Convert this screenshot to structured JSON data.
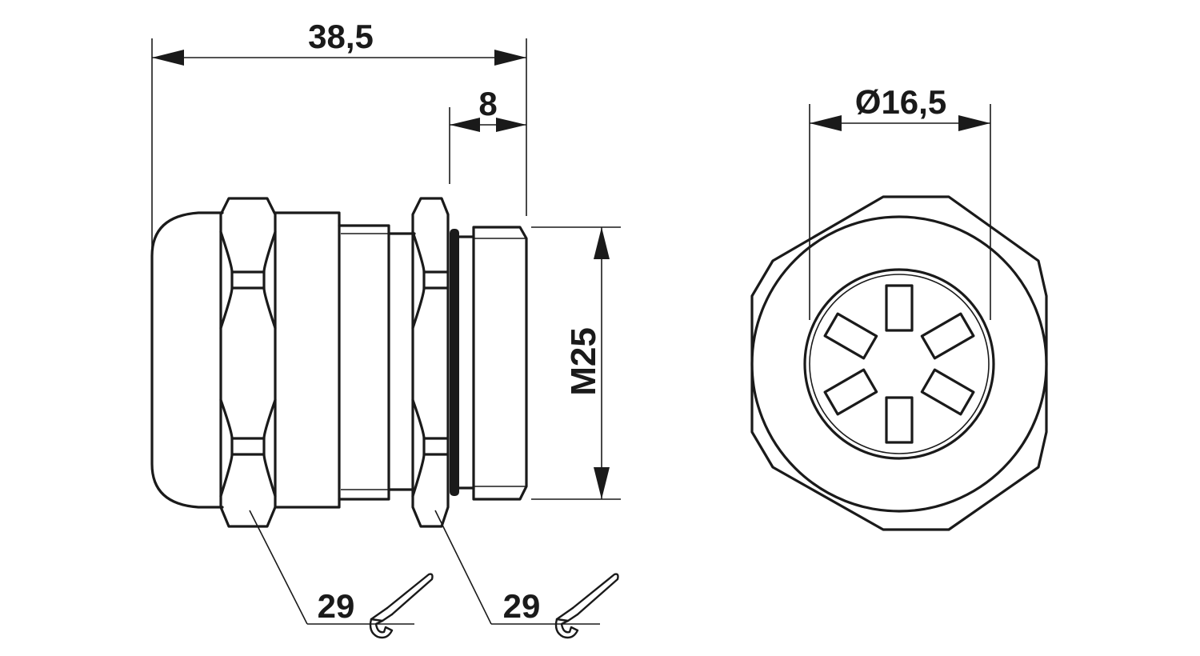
{
  "dimensions": {
    "overall_length": "38,5",
    "thread_length": "8",
    "thread_size": "M25",
    "inner_diameter": "Ø16,5",
    "wrench_size_cap_nut": "29",
    "wrench_size_lock_nut": "29"
  },
  "icons": {
    "wrench_cap": "wrench-icon",
    "wrench_lock": "wrench-icon"
  },
  "colors": {
    "line": "#1a1a1a",
    "background": "#ffffff"
  }
}
